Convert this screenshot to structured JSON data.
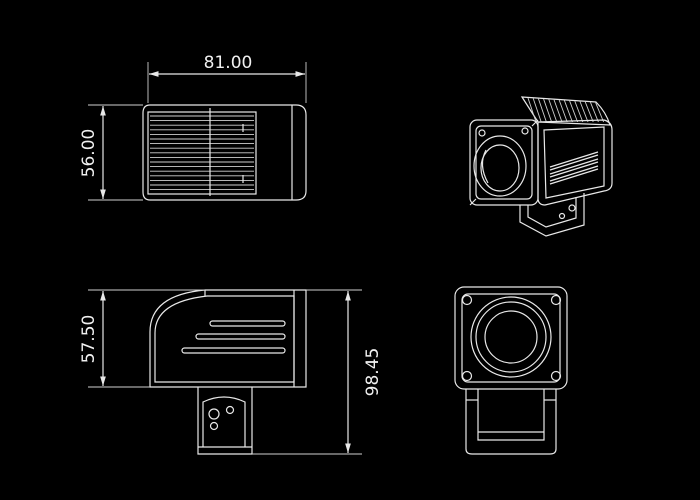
{
  "drawing": {
    "dimensions": {
      "top_width": "81.00",
      "top_height": "56.00",
      "side_height": "57.50",
      "total_height": "98.45"
    }
  }
}
